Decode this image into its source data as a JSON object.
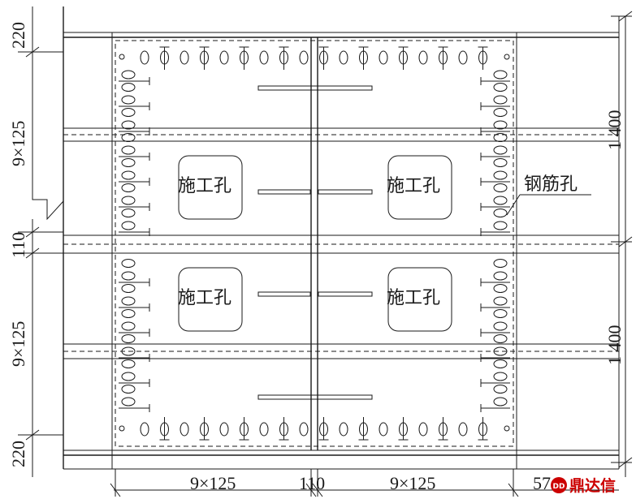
{
  "dimensions": {
    "left": [
      "220",
      "9×125",
      "110",
      "9×125",
      "220"
    ],
    "right": [
      "1 400",
      "1 400"
    ],
    "bottom": [
      "9×125",
      "110",
      "9×125",
      "57"
    ]
  },
  "labels": {
    "construction_hole": "施工孔",
    "rebar_hole": "钢筋孔"
  },
  "watermark": {
    "text": "鼎达信",
    "badge": "DD",
    "color": "#cc0000"
  }
}
